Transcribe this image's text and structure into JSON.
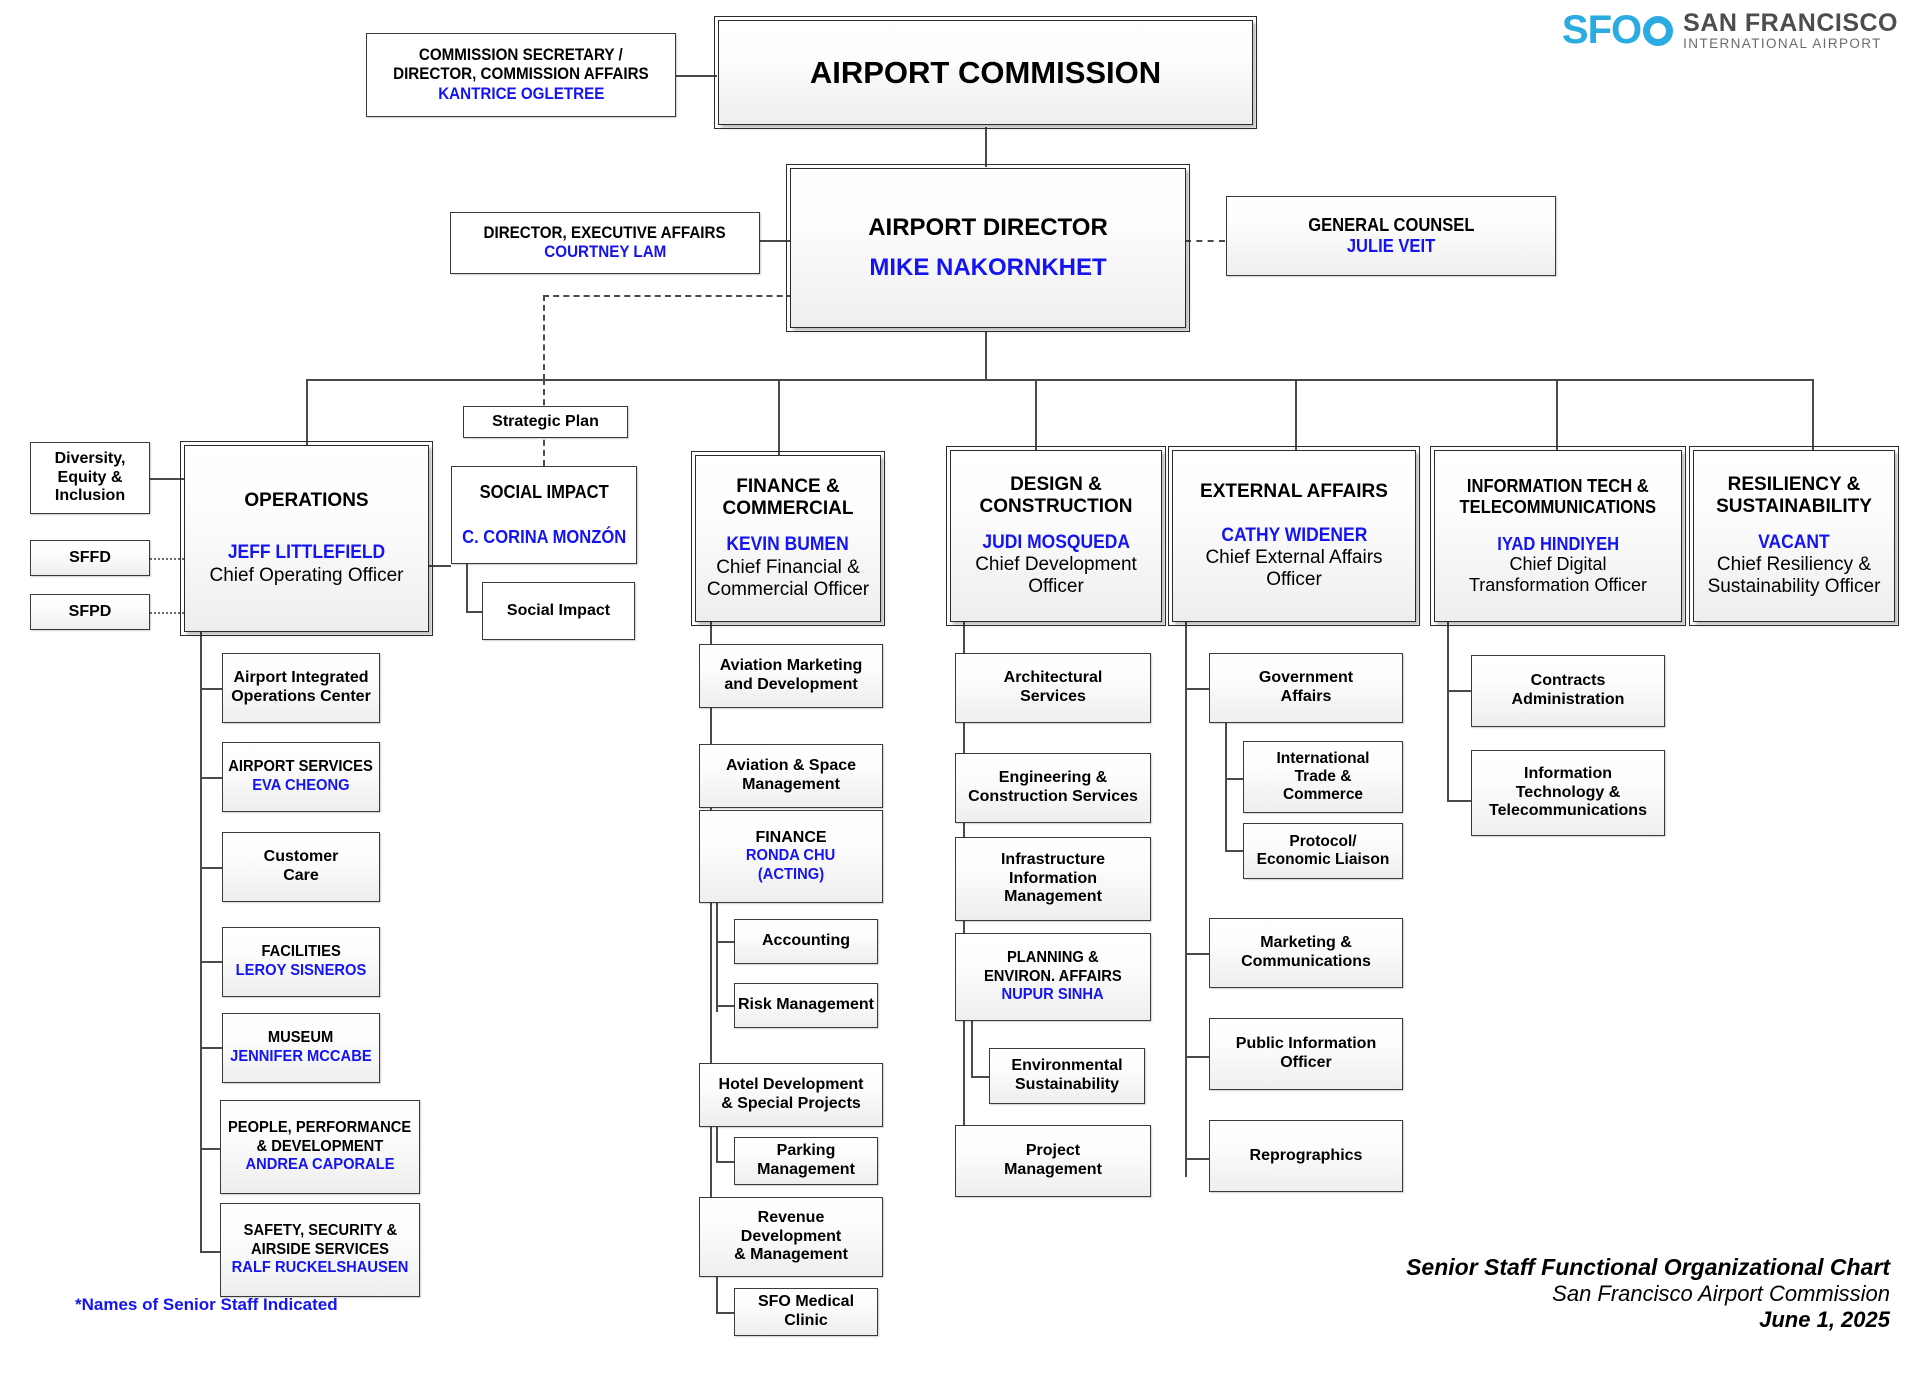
{
  "logo": {
    "mark": "SFO",
    "line1": "SAN FRANCISCO",
    "line2": "INTERNATIONAL AIRPORT",
    "color": "#2aace2"
  },
  "footer": {
    "line1": "Senior Staff Functional Organizational Chart",
    "line2": "San Francisco Airport Commission",
    "line3": "June 1, 2025"
  },
  "note": "*Names of Senior Staff Indicated",
  "colors": {
    "name_blue": "#1414f0",
    "box_border": "#3a3a3a",
    "line": "#4a4a4a"
  },
  "top": {
    "commission": {
      "title": "AIRPORT COMMISSION"
    },
    "commission_secretary": {
      "title_line1": "COMMISSION SECRETARY /",
      "title_line2": "DIRECTOR, COMMISSION AFFAIRS",
      "name": "KANTRICE OGLETREE"
    },
    "airport_director": {
      "title": "AIRPORT DIRECTOR",
      "name": "MIKE NAKORNKHET"
    },
    "executive_affairs": {
      "title": "DIRECTOR, EXECUTIVE AFFAIRS",
      "name": "COURTNEY LAM"
    },
    "general_counsel": {
      "title": "GENERAL COUNSEL",
      "name": "JULIE VEIT"
    }
  },
  "strategic_plan": {
    "label": "Strategic Plan"
  },
  "left_attachments": [
    {
      "label_line1": "Diversity,",
      "label_line2": "Equity &",
      "label_line3": "Inclusion"
    },
    {
      "label": "SFFD"
    },
    {
      "label": "SFPD"
    }
  ],
  "divisions": [
    {
      "key": "operations",
      "title_line1": "OPERATIONS",
      "title_line2": "",
      "name": "JEFF LITTLEFIELD",
      "role_line1": "Chief Operating Officer",
      "role_line2": "",
      "children": [
        {
          "lines": [
            "Airport Integrated",
            "Operations Center"
          ],
          "name": ""
        },
        {
          "lines": [
            "AIRPORT SERVICES"
          ],
          "name": "EVA CHEONG",
          "caps": true
        },
        {
          "lines": [
            "Customer",
            "Care"
          ],
          "name": ""
        },
        {
          "lines": [
            "FACILITIES"
          ],
          "name": "LEROY SISNEROS",
          "caps": true
        },
        {
          "lines": [
            "MUSEUM"
          ],
          "name": "JENNIFER MCCABE",
          "caps": true
        },
        {
          "lines": [
            "PEOPLE, PERFORMANCE",
            "& DEVELOPMENT"
          ],
          "name": "ANDREA CAPORALE",
          "caps": true
        },
        {
          "lines": [
            "SAFETY, SECURITY &",
            "AIRSIDE SERVICES"
          ],
          "name": "RALF RUCKELSHAUSEN",
          "caps": true
        }
      ]
    },
    {
      "key": "social_impact",
      "title_line1": "SOCIAL IMPACT",
      "title_line2": "",
      "name": "C. CORINA MONZÓN",
      "role_line1": "",
      "role_line2": "",
      "children": [
        {
          "lines": [
            "Social Impact"
          ],
          "name": ""
        }
      ]
    },
    {
      "key": "finance_commercial",
      "title_line1": "FINANCE &",
      "title_line2": "COMMERCIAL",
      "name": "KEVIN BUMEN",
      "role_line1": "Chief Financial &",
      "role_line2": "Commercial Officer",
      "children": [
        {
          "lines": [
            "Aviation Marketing",
            "and Development"
          ],
          "name": ""
        },
        {
          "lines": [
            "Aviation & Space",
            "Management"
          ],
          "name": ""
        },
        {
          "lines": [
            "FINANCE"
          ],
          "name": "RONDA CHU",
          "name2": "(ACTING)",
          "caps": true,
          "sub": [
            {
              "lines": [
                "Accounting"
              ]
            },
            {
              "lines": [
                "Risk Management"
              ]
            }
          ]
        },
        {
          "lines": [
            "Hotel Development",
            "& Special Projects"
          ],
          "name": "",
          "sub": [
            {
              "lines": [
                "Parking",
                "Management"
              ]
            }
          ]
        },
        {
          "lines": [
            "Revenue",
            "Development",
            "& Management"
          ],
          "name": "",
          "sub": [
            {
              "lines": [
                "SFO Medical",
                "Clinic"
              ]
            }
          ]
        }
      ]
    },
    {
      "key": "design_construction",
      "title_line1": "DESIGN &",
      "title_line2": "CONSTRUCTION",
      "name": "JUDI MOSQUEDA",
      "role_line1": "Chief Development",
      "role_line2": "Officer",
      "children": [
        {
          "lines": [
            "Architectural",
            "Services"
          ],
          "name": ""
        },
        {
          "lines": [
            "Engineering &",
            "Construction Services"
          ],
          "name": ""
        },
        {
          "lines": [
            "Infrastructure",
            "Information",
            "Management"
          ],
          "name": ""
        },
        {
          "lines": [
            "PLANNING &",
            "ENVIRON. AFFAIRS"
          ],
          "name": "NUPUR SINHA",
          "caps": true,
          "sub": [
            {
              "lines": [
                "Environmental",
                "Sustainability"
              ]
            }
          ]
        },
        {
          "lines": [
            "Project",
            "Management"
          ],
          "name": ""
        }
      ]
    },
    {
      "key": "external_affairs",
      "title_line1": "EXTERNAL AFFAIRS",
      "title_line2": "",
      "name": "CATHY WIDENER",
      "role_line1": "Chief External Affairs",
      "role_line2": "Officer",
      "children": [
        {
          "lines": [
            "Government",
            "Affairs"
          ],
          "name": "",
          "sub": [
            {
              "lines": [
                "International",
                "Trade &",
                "Commerce"
              ]
            },
            {
              "lines": [
                "Protocol/",
                "Economic Liaison"
              ]
            }
          ]
        },
        {
          "lines": [
            "Marketing &",
            "Communications"
          ],
          "name": ""
        },
        {
          "lines": [
            "Public Information",
            "Officer"
          ],
          "name": ""
        },
        {
          "lines": [
            "Reprographics"
          ],
          "name": ""
        }
      ]
    },
    {
      "key": "it_telecom",
      "title_line1": "INFORMATION TECH &",
      "title_line2": "TELECOMMUNICATIONS",
      "name": "IYAD HINDIYEH",
      "role_line1": "Chief Digital",
      "role_line2": "Transformation Officer",
      "children": [
        {
          "lines": [
            "Contracts",
            "Administration"
          ],
          "name": ""
        },
        {
          "lines": [
            "Information",
            "Technology &",
            "Telecommunications"
          ],
          "name": ""
        }
      ]
    },
    {
      "key": "resiliency_sustainability",
      "title_line1": "RESILIENCY &",
      "title_line2": "SUSTAINABILITY",
      "name": "VACANT",
      "role_line1": "Chief Resiliency &",
      "role_line2": "Sustainability Officer",
      "children": []
    }
  ]
}
